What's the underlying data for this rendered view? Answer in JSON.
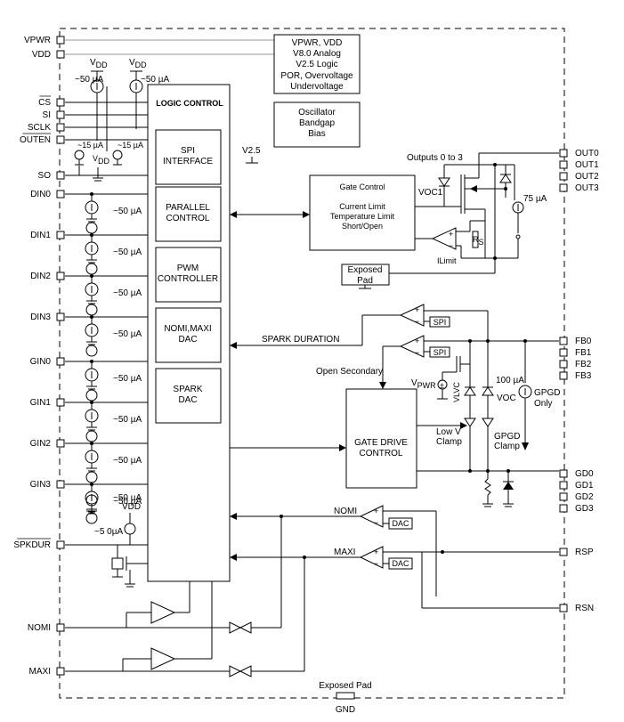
{
  "left_pins": [
    "VPWR",
    "VDD",
    "CS",
    "SI",
    "SCLK",
    "OUTEN",
    "SO",
    "DIN0",
    "DIN1",
    "DIN2",
    "DIN3",
    "GIN0",
    "GIN1",
    "GIN2",
    "GIN3",
    "SPKDUR",
    "NOMI",
    "MAXI"
  ],
  "right_pins": [
    "OUT0",
    "OUT1",
    "OUT2",
    "OUT3",
    "FB0",
    "FB1",
    "FB2",
    "FB3",
    "GD0",
    "GD1",
    "GD2",
    "GD3",
    "RSP",
    "RSN"
  ],
  "bottom_pin": "GND",
  "logic_control": {
    "title": "LOGIC CONTROL",
    "blocks": [
      [
        "SPI",
        "INTERFACE"
      ],
      [
        "PARALLEL",
        "CONTROL"
      ],
      [
        "PWM",
        "CONTROLLER"
      ],
      [
        "NOMI,MAXI",
        "DAC"
      ],
      [
        "SPARK",
        "DAC"
      ]
    ]
  },
  "supply_block": [
    "VPWR, VDD",
    "V8.0 Analog",
    "V2.5 Logic",
    "POR, Overvoltage",
    "Undervoltage"
  ],
  "oscillator_block": [
    "Oscillator",
    "Bandgap",
    "Bias"
  ],
  "gate_control": {
    "title": "Gate Control",
    "lines": [
      "Current Limit",
      "Temperature Limit",
      "Short/Open"
    ]
  },
  "gate_drive": [
    "GATE DRIVE",
    "CONTROL"
  ],
  "exposed_pad_box": [
    "Exposed",
    "Pad"
  ],
  "exposed_pad_bottom": "Exposed Pad",
  "labels": {
    "vdd": "V",
    "vdd_sub": "DD",
    "vdd_plain": "VDD",
    "i50": "~50 µA",
    "i15": "~15 µA",
    "i50b": "~50 µA",
    "i5": "~5 0µA",
    "v25": "V2.5",
    "outputs": "Outputs 0 to 3",
    "voc1": "VOC1",
    "i75": "75 µA",
    "rs": "R",
    "rs_sub": "S",
    "ilimit": "ILimit",
    "spark_duration": "SPARK DURATION",
    "open_secondary": "Open Secondary",
    "vpwr": "V",
    "vpwr_sub": "PWR",
    "vlvc": "VLVC",
    "i100": "100 µA",
    "voc": "VOC",
    "gpgd": "GPGD",
    "gpgd_only": "Only",
    "low_v": "Low V",
    "clamp": "Clamp",
    "gpgd_clamp1": "GPGD",
    "gpgd_clamp2": "Clamp",
    "nomi": "NOMI",
    "maxi": "MAXI",
    "spi": "SPI",
    "dac": "DAC"
  }
}
